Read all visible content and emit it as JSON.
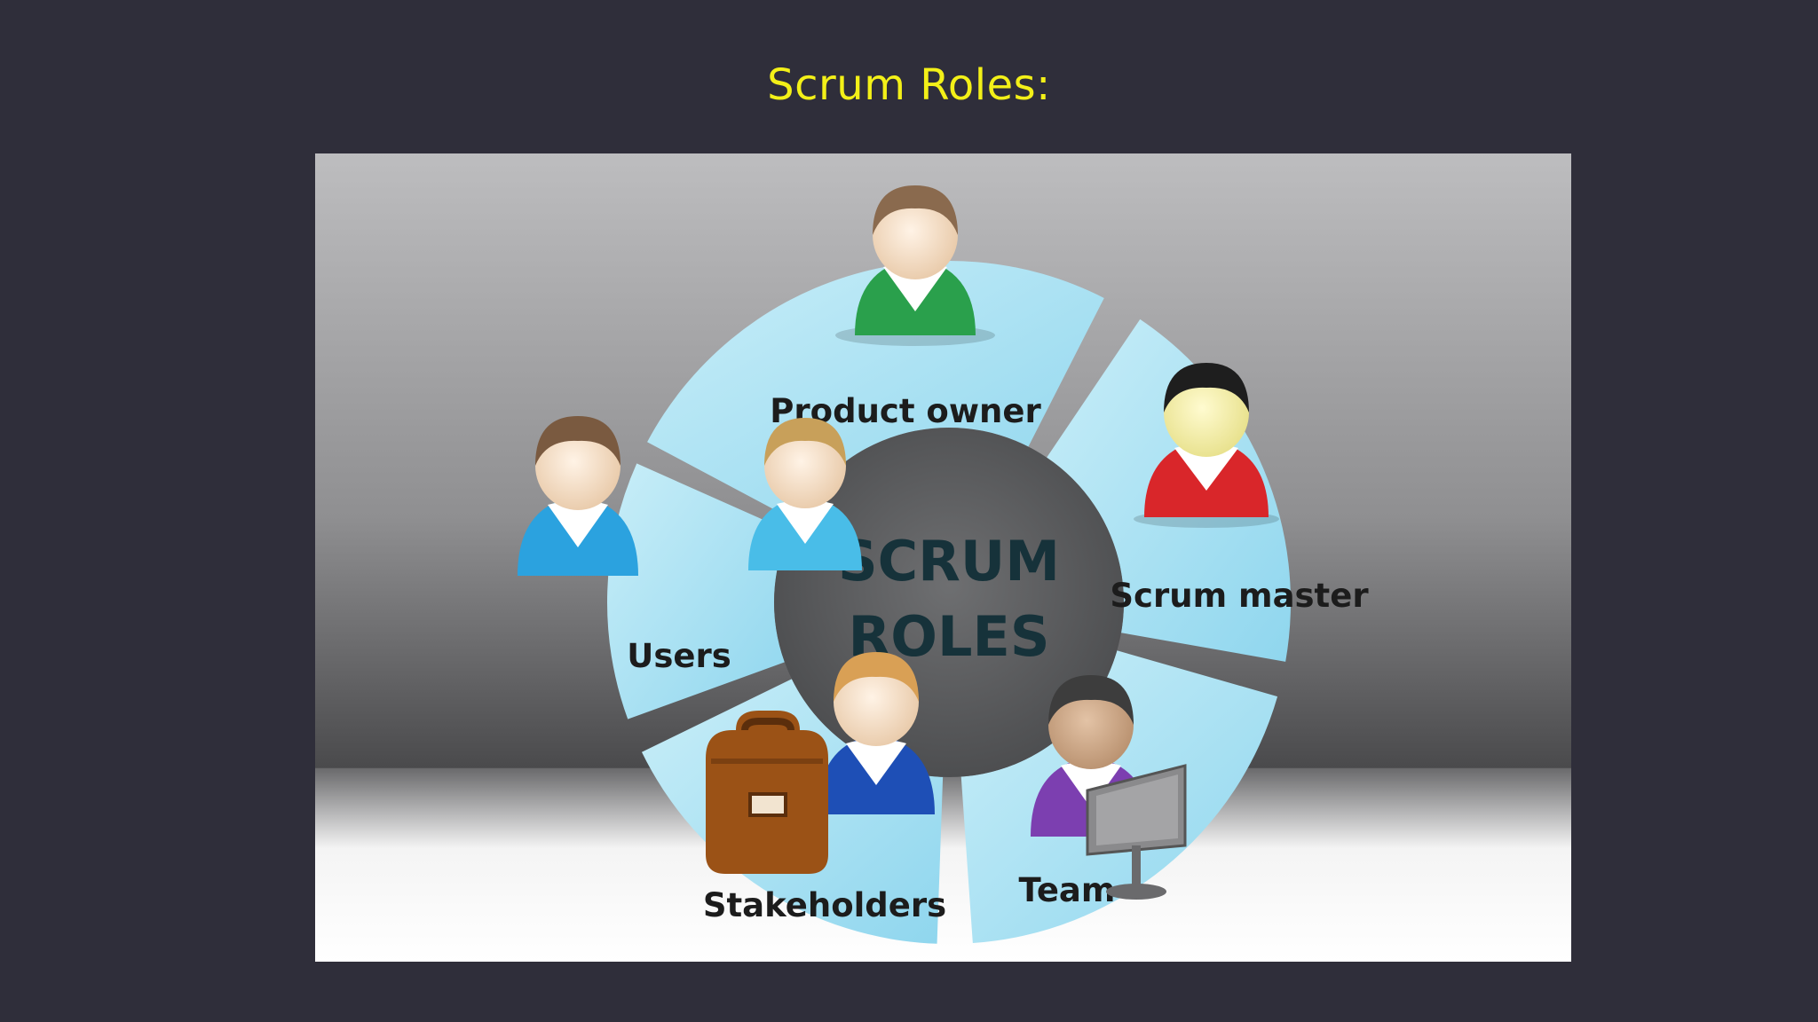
{
  "slide": {
    "title": "Scrum Roles:"
  },
  "diagram": {
    "center_line1": "SCRUM",
    "center_line2": "ROLES",
    "roles": [
      {
        "label": "Product owner",
        "icon": "person-green-icon"
      },
      {
        "label": "Scrum master",
        "icon": "person-red-icon"
      },
      {
        "label": "Team",
        "icon": "person-purple-with-monitor-icon"
      },
      {
        "label": "Stakeholders",
        "icon": "person-blue-with-briefcase-icon"
      },
      {
        "label": "Users",
        "icon": "two-persons-cyan-icon"
      }
    ]
  },
  "colors": {
    "background": "#2f2e3a",
    "title": "#f3f018",
    "segment": "#a9e3f3",
    "hub": "#5f6062"
  }
}
